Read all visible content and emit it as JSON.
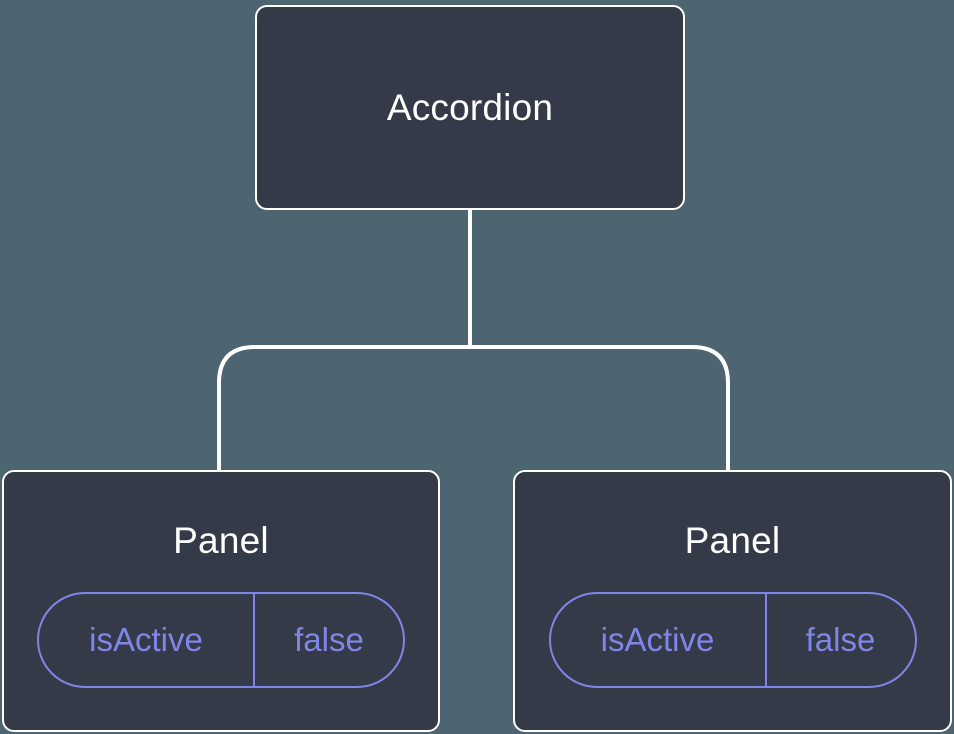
{
  "colors": {
    "background": "#4d6570",
    "node_fill": "#343a47",
    "node_border": "#ffffff",
    "node_text": "#ffffff",
    "connector": "#ffffff",
    "state_accent": "#8085e8"
  },
  "diagram": {
    "type": "component-tree",
    "root": {
      "label": "Accordion"
    },
    "panels": [
      {
        "label": "Panel",
        "state": {
          "key": "isActive",
          "value": "false"
        }
      },
      {
        "label": "Panel",
        "state": {
          "key": "isActive",
          "value": "false"
        }
      }
    ]
  }
}
